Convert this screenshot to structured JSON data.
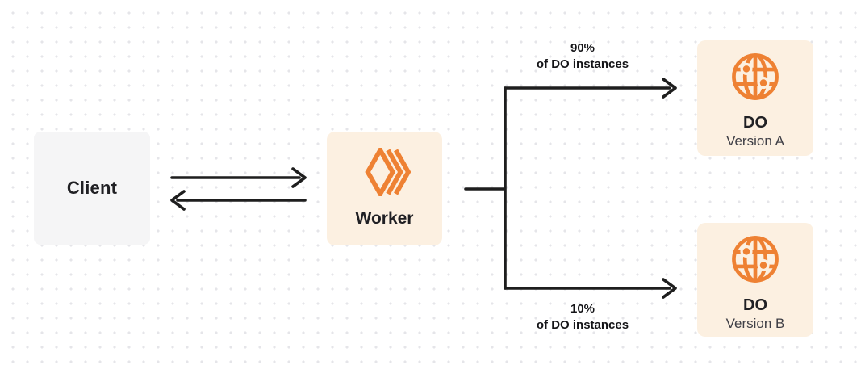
{
  "nodes": {
    "client": {
      "label": "Client"
    },
    "worker": {
      "label": "Worker",
      "icon": "cloudflare-workers-logo-icon"
    },
    "do_version_a": {
      "title": "DO",
      "subtitle": "Version A",
      "icon": "globe-icon"
    },
    "do_version_b": {
      "title": "DO",
      "subtitle": "Version B",
      "icon": "globe-icon"
    }
  },
  "edges": {
    "client_worker": {
      "style": "bidirectional-arrows"
    },
    "route_a": {
      "percent": "90%",
      "caption": "of DO instances"
    },
    "route_b": {
      "percent": "10%",
      "caption": "of DO instances"
    }
  },
  "colors": {
    "accent_orange": "#EE8133",
    "card_cream": "#FCF0E1",
    "client_gray": "#F5F5F6",
    "connector": "#1E1E1E",
    "dot_grid": "#E5E5E9",
    "text_primary": "#202024",
    "text_secondary": "#3F3F46"
  }
}
